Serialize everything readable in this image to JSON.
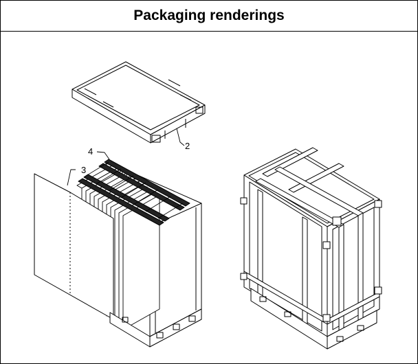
{
  "header": {
    "title": "Packaging renderings"
  },
  "callouts": {
    "lid": "2",
    "side_panel": "3",
    "top_rail": "4"
  }
}
